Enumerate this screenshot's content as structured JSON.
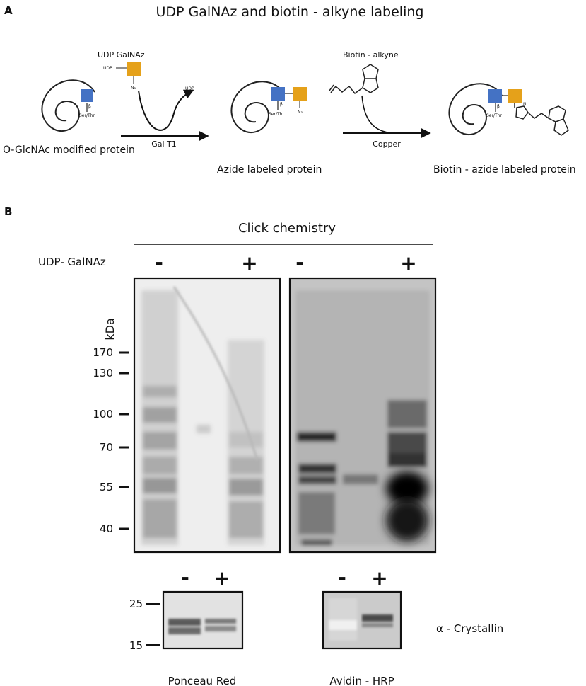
{
  "panel_a": {
    "letter": "A",
    "title": "UDP GalNAz and biotin - alkyne labeling",
    "reagent_1": "UDP GalNAz",
    "reagent_1_udp_tag": "UDP",
    "reagent_1_azide_tag": "N₃",
    "released_udp": "UDP",
    "enzyme": "Gal T1",
    "reagent_2": "Biotin - alkyne",
    "catalyst": "Copper",
    "residue_label": "Ser/Thr",
    "beta_mark": "β",
    "azide_tag": "N₃",
    "triazole_mark": "N",
    "stage_1": "O-GlcNAc modified protein",
    "stage_2": "Azide labeled protein",
    "stage_3": "Biotin - azide labeled protein",
    "colors": {
      "glcnac": "#4472c4",
      "galnaz": "#e5a11a"
    }
  },
  "panel_b": {
    "letter": "B",
    "header": "Click chemistry",
    "row_label": "UDP- GalNAz",
    "minus": "-",
    "plus": "+",
    "kda_label": "kDa",
    "markers": [
      "170",
      "130",
      "100",
      "70",
      "55",
      "40"
    ],
    "small_markers": [
      "25",
      "15"
    ],
    "crystallin_label": "α - Crystallin",
    "left_blot_label": "Ponceau Red",
    "right_blot_label": "Avidin - HRP"
  }
}
